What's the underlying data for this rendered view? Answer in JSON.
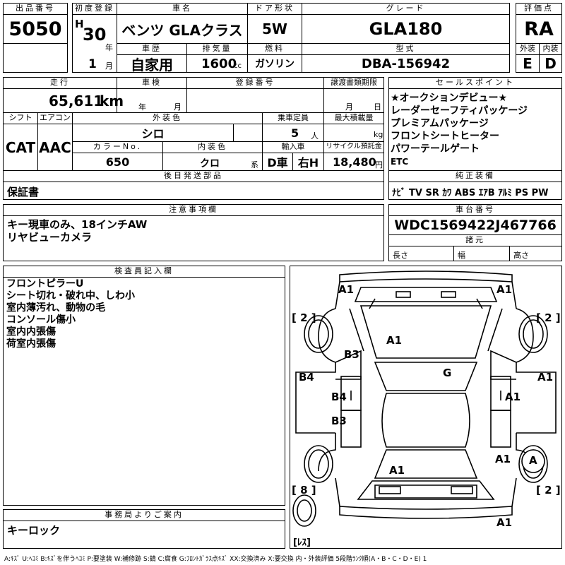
{
  "lot": {
    "label": "出品番号",
    "value": "5050"
  },
  "first_reg": {
    "label": "初度登録",
    "era": "H",
    "year": "30",
    "year_unit": "年",
    "month": "1",
    "month_unit": "月"
  },
  "car_name": {
    "label": "車名",
    "value": "ベンツ GLAクラス"
  },
  "door": {
    "label": "ドア形状",
    "value": "5W"
  },
  "grade": {
    "label": "グレード",
    "value": "GLA180"
  },
  "score": {
    "label": "評価点",
    "value": "RA"
  },
  "history": {
    "label": "車歴",
    "value": "自家用"
  },
  "displacement": {
    "label": "排気量",
    "value": "1600",
    "unit": "cc"
  },
  "fuel": {
    "label": "燃料",
    "value": "ガソリン"
  },
  "model_code": {
    "label": "型式",
    "value": "DBA-156942"
  },
  "exterior_score": {
    "label": "外装",
    "value": "E"
  },
  "interior_score": {
    "label": "内装",
    "value": "D"
  },
  "mileage": {
    "label": "走行",
    "value": "65,611",
    "unit": "km"
  },
  "inspection": {
    "label": "車検",
    "year_unit": "年",
    "month_unit": "月"
  },
  "registration_no": {
    "label": "登録番号"
  },
  "transfer_deadline": {
    "label": "譲渡書類期限",
    "month_unit": "月",
    "day_unit": "日"
  },
  "shift": {
    "label": "シフト",
    "value": "CAT"
  },
  "aircon": {
    "label": "エアコン",
    "value": "AAC"
  },
  "exterior_color": {
    "label": "外装色",
    "value": "シロ"
  },
  "capacity": {
    "label": "乗車定員",
    "value": "5",
    "unit": "人"
  },
  "max_load": {
    "label": "最大積載量",
    "unit": "kg"
  },
  "color_no": {
    "label": "カラーNo.",
    "value": "650"
  },
  "interior_color": {
    "label": "内装色",
    "value": "クロ",
    "suffix": "系"
  },
  "import": {
    "label": "輸入車",
    "type": "D車",
    "steering": "右H"
  },
  "recycle": {
    "label": "リサイクル預託金",
    "value": "18,480",
    "unit": "円"
  },
  "later_parts": {
    "label": "後日発送部品",
    "value": "保証書"
  },
  "sales_points": {
    "label": "セールスポイント",
    "items": [
      "★オークションデビュー★",
      "レーダーセーフティパッケージ",
      "プレミアムパッケージ",
      "フロントシートヒーター",
      "パワーテールゲート",
      "ETC"
    ]
  },
  "equipment": {
    "label": "純正装備",
    "value": "ﾅﾋﾞ TV SR ｶﾜ ABS ｴｱB ｱﾙﾐ PS PW"
  },
  "notes": {
    "label": "注意事項欄",
    "lines": [
      "キー現車のみ、18インチAW",
      "リヤビューカメラ"
    ]
  },
  "chassis": {
    "label": "車台番号",
    "value": "WDC1569422J467766"
  },
  "specs": {
    "label": "諸元",
    "length": "長さ",
    "width": "幅",
    "height": "高さ"
  },
  "inspector": {
    "label": "検査員記入欄",
    "lines": [
      "フロントピラーU",
      "シート切れ・破れ中、しわ小",
      "室内薄汚れ、動物の毛",
      "コンソール傷小",
      "室内内張傷",
      "荷室内張傷"
    ]
  },
  "office": {
    "label": "事務局よりご案内",
    "value": "キーロック"
  },
  "diagram": {
    "labels": [
      {
        "id": "a1-front-left",
        "text": "A1"
      },
      {
        "id": "a1-front-right",
        "text": "A1"
      },
      {
        "id": "tire-fl",
        "text": "[ 2 ]"
      },
      {
        "id": "tire-fr",
        "text": "[ 2 ]"
      },
      {
        "id": "a1-bonnet",
        "text": "A1"
      },
      {
        "id": "b3-left-front",
        "text": "B3"
      },
      {
        "id": "g-windshield",
        "text": "G"
      },
      {
        "id": "b4-left-door",
        "text": "B4"
      },
      {
        "id": "a1-right-door",
        "text": "A1"
      },
      {
        "id": "b4-left-panel",
        "text": "B4"
      },
      {
        "id": "a1-right-panel",
        "text": "A1"
      },
      {
        "id": "b3-left-rear",
        "text": "B3"
      },
      {
        "id": "a1-right-rear",
        "text": "A1"
      },
      {
        "id": "a-tire-rr",
        "text": "A"
      },
      {
        "id": "a1-roof-rear",
        "text": "A1"
      },
      {
        "id": "tire-rl",
        "text": "[ 8 ]"
      },
      {
        "id": "tire-rr",
        "text": "[ 2 ]"
      },
      {
        "id": "a1-rear-bumper",
        "text": "A1"
      },
      {
        "id": "spare",
        "text": "[ﾚｽ]"
      }
    ]
  },
  "legend": "A:ｷｽﾞ U:ﾍｺﾐ B:ｷｽﾞを伴うﾍｺﾐ P:要塗装 W:補修跡 S:錆 C:腐食 G:ﾌﾛﾝﾄｶﾞﾗｽ点ｷｽﾞ XX:交換済み X:要交換 内・外装評価 5段階ﾗﾝｸ順(A・B・C・D・E) 1"
}
